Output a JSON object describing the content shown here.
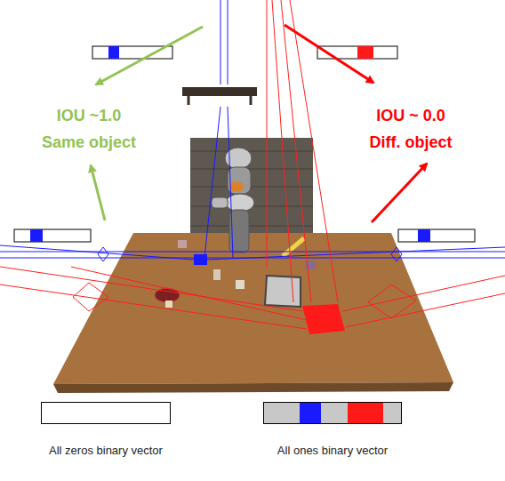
{
  "diagram": {
    "nodes": [
      {
        "text": [
          "All zeros binary vector"
        ]
      },
      {
        "text": [
          "All ones binary vector"
        ]
      }
    ],
    "labels": [
      "IOU ~1.0",
      "Same object",
      "IOU ~ 0.0",
      "Diff. object"
    ]
  }
}
